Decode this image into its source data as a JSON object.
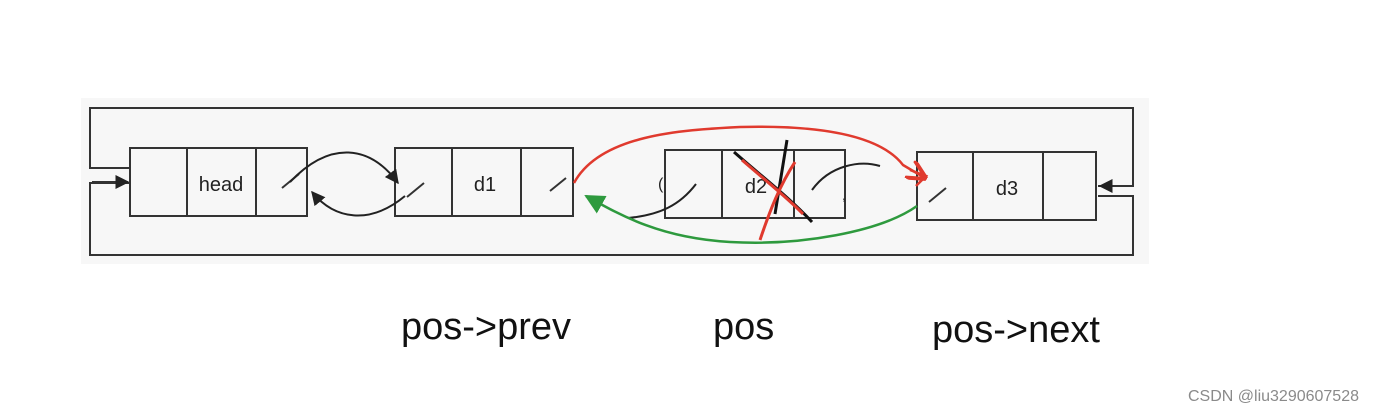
{
  "nodes": {
    "head": "head",
    "d1": "d1",
    "d2": "d2",
    "d3": "d3"
  },
  "labels": {
    "prev": "pos->prev",
    "pos": "pos",
    "next": "pos->next"
  },
  "watermark": "CSDN @liu3290607528",
  "colors": {
    "panel_bg": "#f7f7f7",
    "outline": "#333333",
    "red_annotation": "#e03a2e",
    "green_annotation": "#2e9a3e",
    "black_stroke": "#111111"
  }
}
